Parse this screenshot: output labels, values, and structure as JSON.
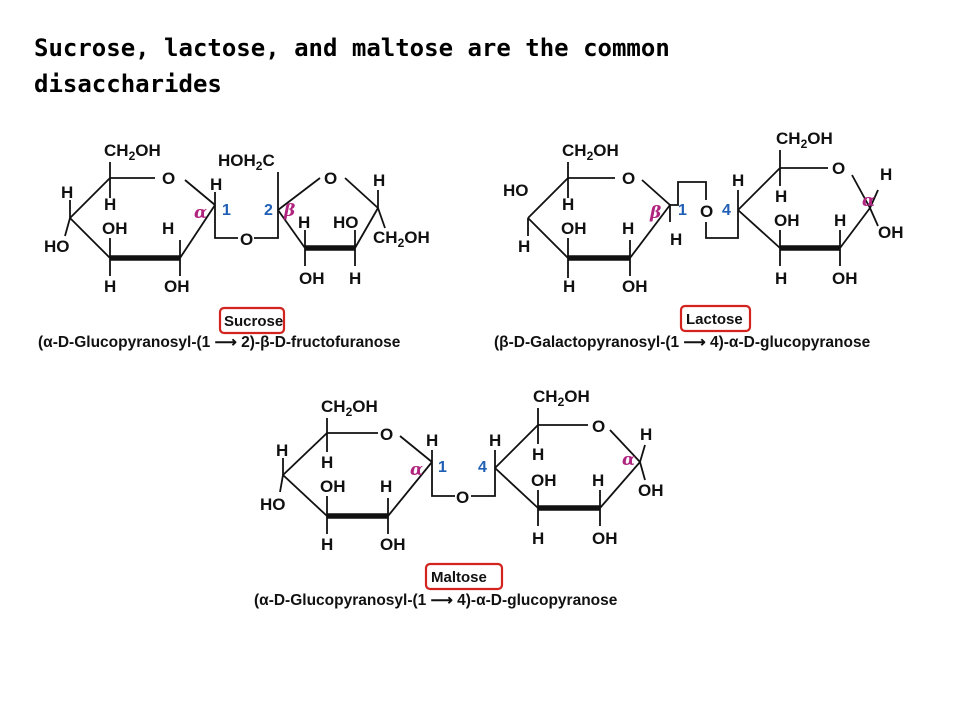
{
  "title": {
    "line1": "Sucrose, lactose, and maltose are the common",
    "line2": "disaccharides"
  },
  "colors": {
    "anomer_label": "#b0247f",
    "carbon_number": "#1f5fb4",
    "name_box": "#d2231f"
  },
  "atoms": {
    "ch2oh": "CH",
    "ch2oh_sub": "2",
    "ch2oh_tail": "OH",
    "hoh2c": "HOH",
    "hoh2c_sub": "2",
    "hoh2c_tail": "C",
    "o": "O",
    "h": "H",
    "oh": "OH",
    "ho": "HO",
    "alpha": "α",
    "beta": "β",
    "c1": "1",
    "c2": "2",
    "c4": "4"
  },
  "sucrose": {
    "name": "Sucrose",
    "caption": "(α-D-Glucopyranosyl-(1 ⟶ 2)-β-D-fructofuranose"
  },
  "lactose": {
    "name": "Lactose",
    "caption": "(β-D-Galactopyranosyl-(1 ⟶ 4)-α-D-glucopyranose"
  },
  "maltose": {
    "name": "Maltose",
    "caption": "(α-D-Glucopyranosyl-(1 ⟶ 4)-α-D-glucopyranose"
  }
}
